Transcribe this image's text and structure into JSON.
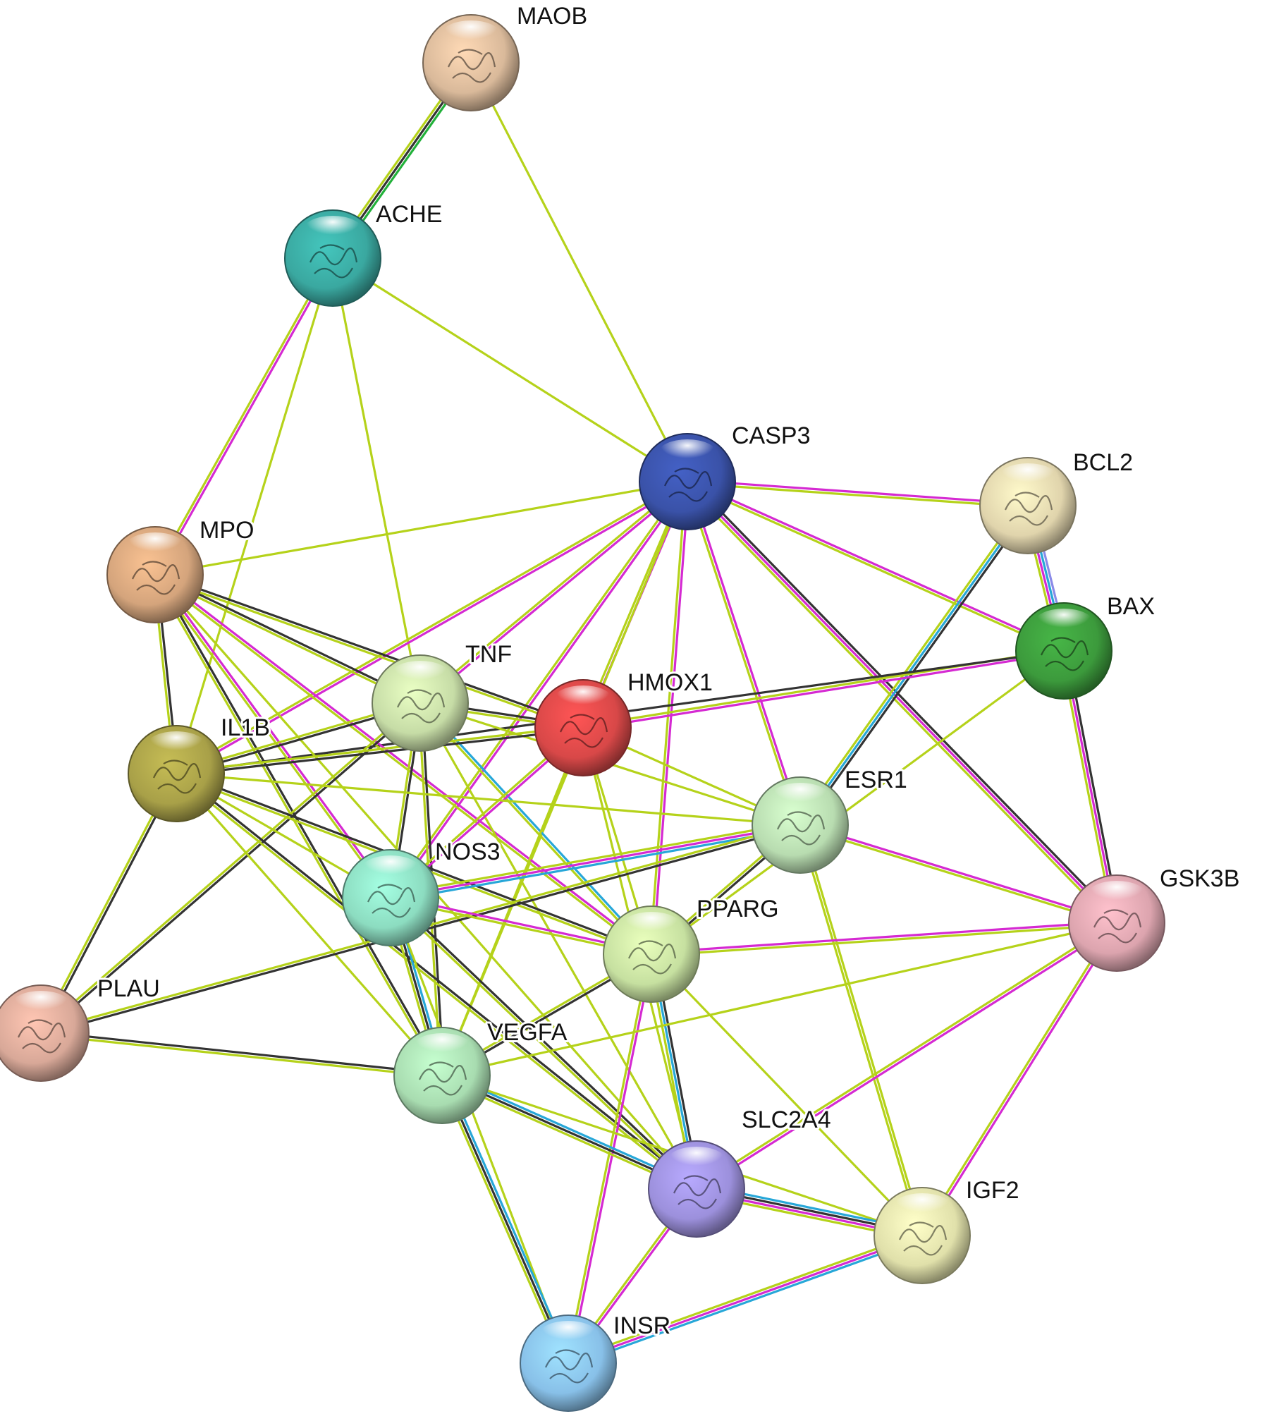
{
  "network": {
    "nodes": [
      {
        "id": "MAOB",
        "label": "MAOB",
        "color": "#d9b99a"
      },
      {
        "id": "ACHE",
        "label": "ACHE",
        "color": "#3aa8a0"
      },
      {
        "id": "CASP3",
        "label": "CASP3",
        "color": "#3a52a8"
      },
      {
        "id": "BCL2",
        "label": "BCL2",
        "color": "#e0d4ac"
      },
      {
        "id": "MPO",
        "label": "MPO",
        "color": "#d4a47c"
      },
      {
        "id": "BAX",
        "label": "BAX",
        "color": "#3c9a3c"
      },
      {
        "id": "TNF",
        "label": "TNF",
        "color": "#c6dca6"
      },
      {
        "id": "HMOX1",
        "label": "HMOX1",
        "color": "#d84848"
      },
      {
        "id": "IL1B",
        "label": "IL1B",
        "color": "#a8a048"
      },
      {
        "id": "ESR1",
        "label": "ESR1",
        "color": "#b8dcb0"
      },
      {
        "id": "NOS3",
        "label": "NOS3",
        "color": "#8cdcc0"
      },
      {
        "id": "PPARG",
        "label": "PPARG",
        "color": "#c6e0a0"
      },
      {
        "id": "GSK3B",
        "label": "GSK3B",
        "color": "#dca4ae"
      },
      {
        "id": "PLAU",
        "label": "PLAU",
        "color": "#d8a898"
      },
      {
        "id": "VEGFA",
        "label": "VEGFA",
        "color": "#a8dcb0"
      },
      {
        "id": "SLC2A4",
        "label": "SLC2A4",
        "color": "#9c90dc"
      },
      {
        "id": "IGF2",
        "label": "IGF2",
        "color": "#e0e0aa"
      },
      {
        "id": "INSR",
        "label": "INSR",
        "color": "#88c0e8"
      }
    ],
    "edge_colors": {
      "y": "#b5d21a",
      "m": "#d52ad2",
      "k": "#333333",
      "g": "#22b13a",
      "c": "#27a7d8",
      "b": "#8a8ae8"
    },
    "edges": [
      {
        "source": "MAOB",
        "target": "ACHE",
        "evidence": [
          "g",
          "k",
          "y"
        ]
      },
      {
        "source": "MAOB",
        "target": "CASP3",
        "evidence": [
          "y"
        ]
      },
      {
        "source": "ACHE",
        "target": "CASP3",
        "evidence": [
          "y"
        ]
      },
      {
        "source": "ACHE",
        "target": "MPO",
        "evidence": [
          "m",
          "y"
        ]
      },
      {
        "source": "ACHE",
        "target": "TNF",
        "evidence": [
          "y"
        ]
      },
      {
        "source": "ACHE",
        "target": "IL1B",
        "evidence": [
          "y"
        ]
      },
      {
        "source": "CASP3",
        "target": "BCL2",
        "evidence": [
          "m",
          "y"
        ]
      },
      {
        "source": "CASP3",
        "target": "BAX",
        "evidence": [
          "m",
          "y"
        ]
      },
      {
        "source": "CASP3",
        "target": "MPO",
        "evidence": [
          "y"
        ]
      },
      {
        "source": "CASP3",
        "target": "TNF",
        "evidence": [
          "m",
          "y"
        ]
      },
      {
        "source": "CASP3",
        "target": "IL1B",
        "evidence": [
          "m",
          "y"
        ]
      },
      {
        "source": "CASP3",
        "target": "HMOX1",
        "evidence": [
          "m",
          "y"
        ]
      },
      {
        "source": "CASP3",
        "target": "ESR1",
        "evidence": [
          "m",
          "y"
        ]
      },
      {
        "source": "CASP3",
        "target": "NOS3",
        "evidence": [
          "m",
          "y"
        ]
      },
      {
        "source": "CASP3",
        "target": "PPARG",
        "evidence": [
          "m",
          "y"
        ]
      },
      {
        "source": "CASP3",
        "target": "GSK3B",
        "evidence": [
          "k",
          "m",
          "y"
        ]
      },
      {
        "source": "CASP3",
        "target": "VEGFA",
        "evidence": [
          "y"
        ]
      },
      {
        "source": "BCL2",
        "target": "BAX",
        "evidence": [
          "b",
          "c",
          "m",
          "y"
        ]
      },
      {
        "source": "BCL2",
        "target": "ESR1",
        "evidence": [
          "k",
          "c",
          "y"
        ]
      },
      {
        "source": "BAX",
        "target": "GSK3B",
        "evidence": [
          "k",
          "m",
          "y"
        ]
      },
      {
        "source": "BAX",
        "target": "HMOX1",
        "evidence": [
          "m",
          "y"
        ]
      },
      {
        "source": "BAX",
        "target": "IL1B",
        "evidence": [
          "k"
        ]
      },
      {
        "source": "BAX",
        "target": "PPARG",
        "evidence": [
          "y"
        ]
      },
      {
        "source": "MPO",
        "target": "TNF",
        "evidence": [
          "k",
          "y"
        ]
      },
      {
        "source": "MPO",
        "target": "HMOX1",
        "evidence": [
          "k",
          "y"
        ]
      },
      {
        "source": "MPO",
        "target": "IL1B",
        "evidence": [
          "k",
          "y"
        ]
      },
      {
        "source": "MPO",
        "target": "NOS3",
        "evidence": [
          "m",
          "y"
        ]
      },
      {
        "source": "MPO",
        "target": "PPARG",
        "evidence": [
          "m",
          "y"
        ]
      },
      {
        "source": "MPO",
        "target": "VEGFA",
        "evidence": [
          "k",
          "y"
        ]
      },
      {
        "source": "MPO",
        "target": "SLC2A4",
        "evidence": [
          "y"
        ]
      },
      {
        "source": "TNF",
        "target": "HMOX1",
        "evidence": [
          "k",
          "y"
        ]
      },
      {
        "source": "TNF",
        "target": "IL1B",
        "evidence": [
          "k",
          "y"
        ]
      },
      {
        "source": "TNF",
        "target": "ESR1",
        "evidence": [
          "y"
        ]
      },
      {
        "source": "TNF",
        "target": "NOS3",
        "evidence": [
          "k",
          "y"
        ]
      },
      {
        "source": "TNF",
        "target": "PPARG",
        "evidence": [
          "c",
          "y"
        ]
      },
      {
        "source": "TNF",
        "target": "VEGFA",
        "evidence": [
          "k",
          "y"
        ]
      },
      {
        "source": "TNF",
        "target": "PLAU",
        "evidence": [
          "k",
          "y"
        ]
      },
      {
        "source": "TNF",
        "target": "SLC2A4",
        "evidence": [
          "y"
        ]
      },
      {
        "source": "HMOX1",
        "target": "IL1B",
        "evidence": [
          "k",
          "y"
        ]
      },
      {
        "source": "HMOX1",
        "target": "ESR1",
        "evidence": [
          "y"
        ]
      },
      {
        "source": "HMOX1",
        "target": "NOS3",
        "evidence": [
          "m",
          "y"
        ]
      },
      {
        "source": "HMOX1",
        "target": "PPARG",
        "evidence": [
          "y"
        ]
      },
      {
        "source": "HMOX1",
        "target": "VEGFA",
        "evidence": [
          "y"
        ]
      },
      {
        "source": "HMOX1",
        "target": "SLC2A4",
        "evidence": [
          "y"
        ]
      },
      {
        "source": "IL1B",
        "target": "ESR1",
        "evidence": [
          "y"
        ]
      },
      {
        "source": "IL1B",
        "target": "NOS3",
        "evidence": [
          "y"
        ]
      },
      {
        "source": "IL1B",
        "target": "PPARG",
        "evidence": [
          "k",
          "y"
        ]
      },
      {
        "source": "IL1B",
        "target": "VEGFA",
        "evidence": [
          "y"
        ]
      },
      {
        "source": "IL1B",
        "target": "PLAU",
        "evidence": [
          "k",
          "y"
        ]
      },
      {
        "source": "IL1B",
        "target": "SLC2A4",
        "evidence": [
          "k",
          "y"
        ]
      },
      {
        "source": "ESR1",
        "target": "NOS3",
        "evidence": [
          "c",
          "m",
          "y"
        ]
      },
      {
        "source": "ESR1",
        "target": "PPARG",
        "evidence": [
          "k",
          "y"
        ]
      },
      {
        "source": "ESR1",
        "target": "GSK3B",
        "evidence": [
          "m",
          "y"
        ]
      },
      {
        "source": "ESR1",
        "target": "IGF2",
        "evidence": [
          "y",
          "y"
        ]
      },
      {
        "source": "ESR1",
        "target": "PLAU",
        "evidence": [
          "k",
          "y"
        ]
      },
      {
        "source": "NOS3",
        "target": "PPARG",
        "evidence": [
          "m",
          "y"
        ]
      },
      {
        "source": "NOS3",
        "target": "VEGFA",
        "evidence": [
          "c",
          "k",
          "y"
        ]
      },
      {
        "source": "NOS3",
        "target": "SLC2A4",
        "evidence": [
          "k",
          "y"
        ]
      },
      {
        "source": "NOS3",
        "target": "INSR",
        "evidence": [
          "y"
        ]
      },
      {
        "source": "PPARG",
        "target": "GSK3B",
        "evidence": [
          "m",
          "y"
        ]
      },
      {
        "source": "PPARG",
        "target": "VEGFA",
        "evidence": [
          "k",
          "y"
        ]
      },
      {
        "source": "PPARG",
        "target": "SLC2A4",
        "evidence": [
          "k",
          "c",
          "y"
        ]
      },
      {
        "source": "PPARG",
        "target": "INSR",
        "evidence": [
          "m",
          "y"
        ]
      },
      {
        "source": "PPARG",
        "target": "IGF2",
        "evidence": [
          "y"
        ]
      },
      {
        "source": "GSK3B",
        "target": "VEGFA",
        "evidence": [
          "y"
        ]
      },
      {
        "source": "GSK3B",
        "target": "SLC2A4",
        "evidence": [
          "m",
          "y"
        ]
      },
      {
        "source": "GSK3B",
        "target": "IGF2",
        "evidence": [
          "m",
          "y"
        ]
      },
      {
        "source": "PLAU",
        "target": "VEGFA",
        "evidence": [
          "k",
          "y"
        ]
      },
      {
        "source": "VEGFA",
        "target": "SLC2A4",
        "evidence": [
          "c",
          "k",
          "y"
        ]
      },
      {
        "source": "VEGFA",
        "target": "INSR",
        "evidence": [
          "c",
          "k",
          "y"
        ]
      },
      {
        "source": "VEGFA",
        "target": "IGF2",
        "evidence": [
          "y"
        ]
      },
      {
        "source": "SLC2A4",
        "target": "IGF2",
        "evidence": [
          "c",
          "k",
          "m",
          "y"
        ]
      },
      {
        "source": "SLC2A4",
        "target": "INSR",
        "evidence": [
          "m",
          "y"
        ]
      },
      {
        "source": "IGF2",
        "target": "INSR",
        "evidence": [
          "c",
          "m",
          "y"
        ]
      }
    ]
  }
}
